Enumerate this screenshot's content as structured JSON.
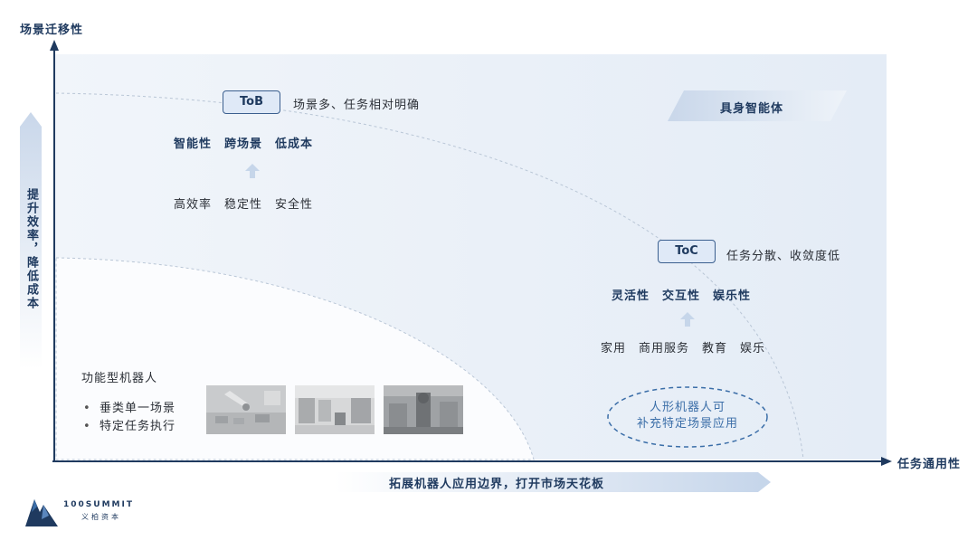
{
  "axes": {
    "y_label": "场景迁移性",
    "x_label": "任务通用性"
  },
  "left_banner": "提升效率，降低成本",
  "bottom_banner": "拓展机器人应用边界，打开市场天花板",
  "tob": {
    "badge": "ToB",
    "description": "场景多、任务相对明确",
    "keywords": [
      "智能性",
      "跨场景",
      "低成本"
    ],
    "bases": [
      "高效率",
      "稳定性",
      "安全性"
    ]
  },
  "embodied_label": "具身智能体",
  "toc": {
    "badge": "ToC",
    "description": "任务分散、收敛度低",
    "keywords": [
      "灵活性",
      "交互性",
      "娱乐性"
    ],
    "bases": [
      "家用",
      "商用服务",
      "教育",
      "娱乐"
    ]
  },
  "functional": {
    "title": "功能型机器人",
    "bullets": [
      "垂类单一场景",
      "特定任务执行"
    ],
    "images": [
      "robot-arm-photo",
      "warehouse-photo",
      "industrial-robot-photo"
    ]
  },
  "humanoid": {
    "line1": "人形机器人可",
    "line2": "补充特定场景应用"
  },
  "logo": {
    "name": "100SUMMIT",
    "subtitle": "义柏资本"
  },
  "colors": {
    "navy": "#1f3a5f",
    "accent_blue": "#3b6ea8",
    "panel_bg": "#edf2f8",
    "badge_bg": "#dfe9f7"
  }
}
